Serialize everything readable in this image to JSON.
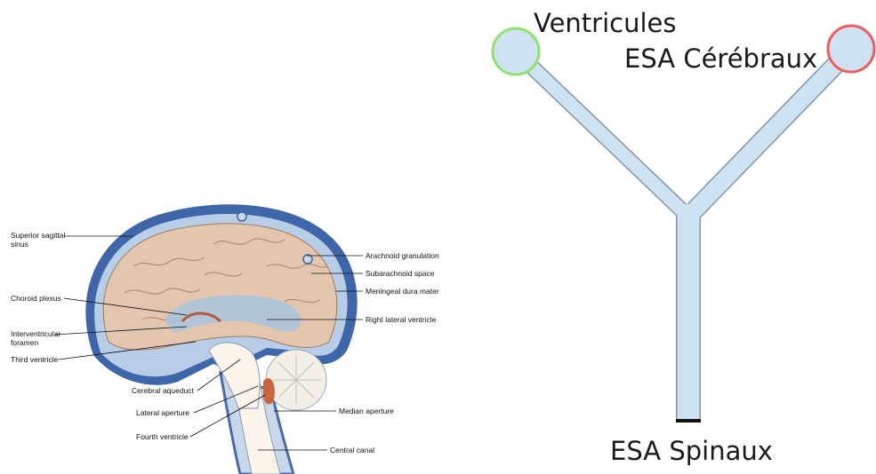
{
  "brain_diagram": {
    "labels_left": {
      "superior_sagittal_sinus_1": "Superior sagittal",
      "superior_sagittal_sinus_2": "sinus",
      "choroid_plexus": "Choroid plexus",
      "interventricular_foramen_1": "Interventricular",
      "interventricular_foramen_2": "foramen",
      "third_ventricle": "Third ventricle",
      "cerebral_aqueduct": "Cerebral aqueduct",
      "lateral_aperture": "Lateral aperture",
      "fourth_ventricle": "Fourth ventricle"
    },
    "labels_right": {
      "arachnoid_granulation": "Arachnoid granulation",
      "subarachnoid_space": "Subarachnoid space",
      "meningeal_dura_mater": "Meningeal dura mater",
      "right_lateral_ventricle": "Right lateral ventricle",
      "median_aperture": "Median aperture",
      "central_canal": "Central canal"
    }
  },
  "y_diagram": {
    "ventricules": "Ventricules",
    "esa_cerebraux": "ESA Cérébraux",
    "esa_spinaux": "ESA Spinaux",
    "colors": {
      "tube_fill": "#cfe2f1",
      "tube_stroke": "#7f95a6",
      "ventricules_ring": "#8ee26e",
      "esa_cerebraux_ring": "#ef5d5d",
      "spinal_cap": "#111111"
    }
  }
}
